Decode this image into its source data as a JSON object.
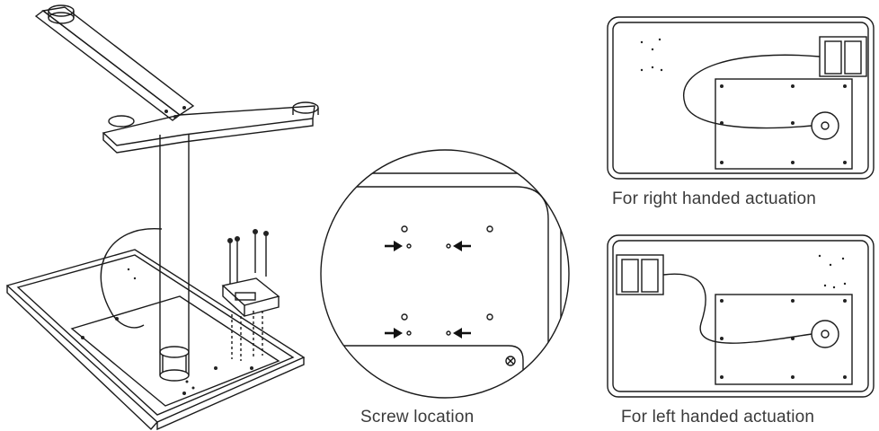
{
  "captions": {
    "screw_location": "Screw location",
    "right_handed": "For right handed actuation",
    "left_handed": "For left handed actuation"
  },
  "icons": {
    "stand": "stand-assembly-illustration",
    "detail": "magnified-screw-detail",
    "arrow": "arrow-icon",
    "screw": "screw-icon"
  }
}
